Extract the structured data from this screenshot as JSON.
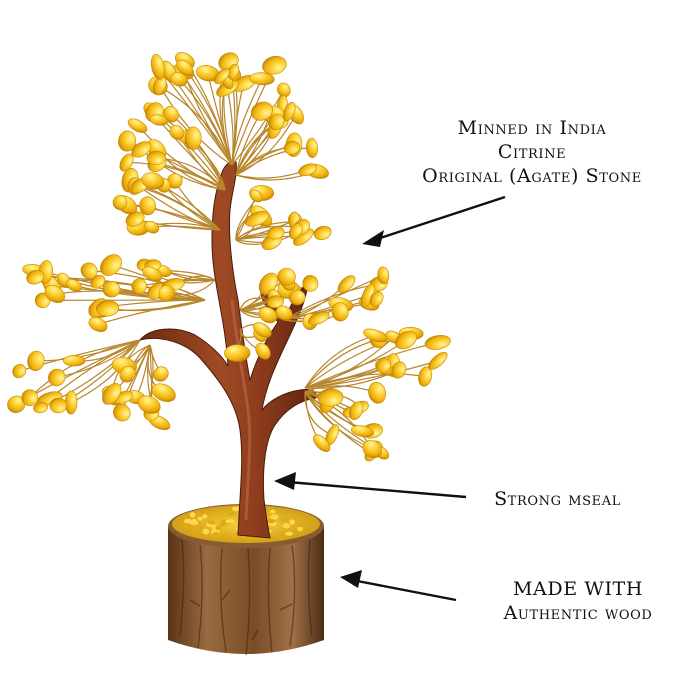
{
  "product": {
    "name": "Citrine gemstone tree",
    "colors": {
      "stone": "#f2c21b",
      "stone_highlight": "#ffe57a",
      "stone_shadow": "#c98f06",
      "wire": "#b8862b",
      "trunk": "#8a3a1c",
      "trunk_highlight": "#b25a34",
      "wood_base": "#8d5b35",
      "wood_dark": "#5c3518",
      "arrow": "#111111"
    }
  },
  "annotations": {
    "stone": {
      "line1": "Minned in India",
      "line2": "Citrine",
      "line3": "Original (Agate) Stone"
    },
    "trunk": {
      "line1": "Strong mseal"
    },
    "base": {
      "line1": "MADE WITH",
      "line2": "Authentic wood"
    }
  }
}
